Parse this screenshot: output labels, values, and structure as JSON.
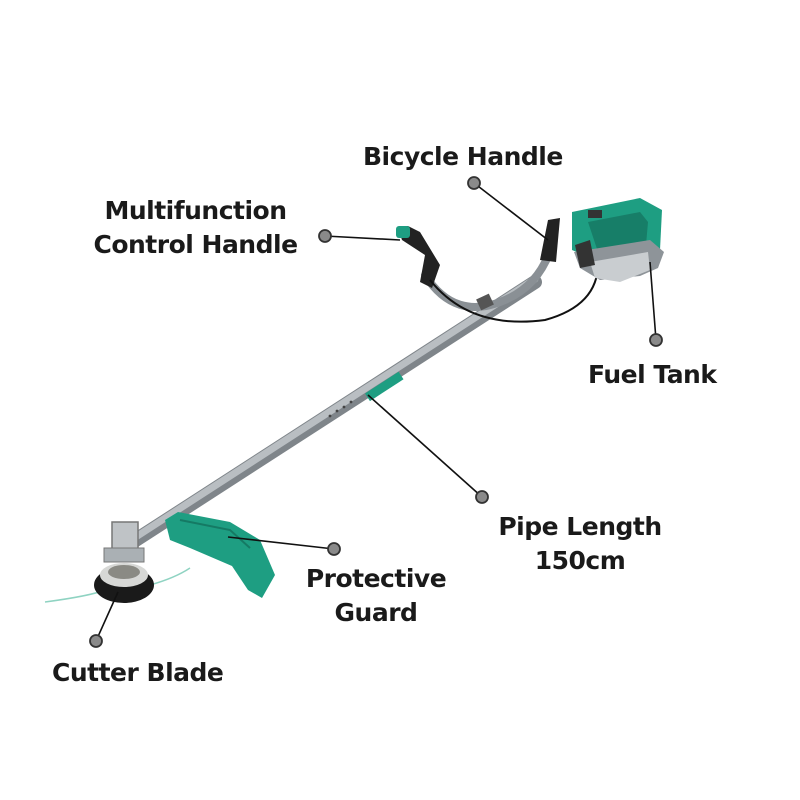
{
  "labels": {
    "bicycle_handle": "Bicycle Handle",
    "control_handle_line1": "Multifunction",
    "control_handle_line2": "Control Handle",
    "fuel_tank": "Fuel Tank",
    "pipe_length_line1": "Pipe Length",
    "pipe_length_line2": "150cm",
    "protective_guard_line1": "Protective",
    "protective_guard_line2": "Guard",
    "cutter_blade": "Cutter Blade"
  },
  "colors": {
    "accent_green": "#1e9e82",
    "pipe_grey": "#9aa0a4",
    "handle_black": "#222222",
    "leader_line": "#111111",
    "marker_fill": "#8a8a8a"
  }
}
